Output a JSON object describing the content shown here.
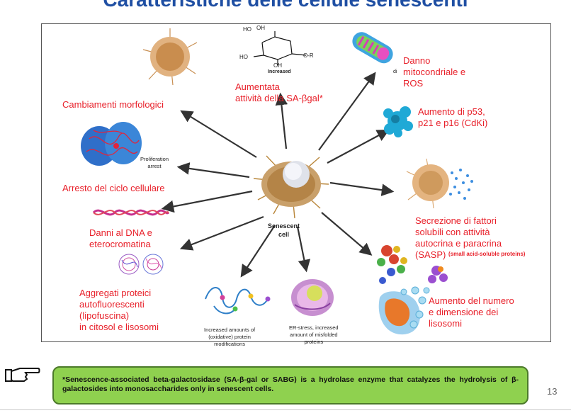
{
  "slide": {
    "title": "Caratteristiche delle cellule senescenti",
    "page_number": "13"
  },
  "diagram": {
    "center": {
      "line1": "Senescent",
      "line2": "cell"
    },
    "sugar": {
      "ho1": "HO",
      "oh1": "OH",
      "ho2": "HO",
      "or": "O-R",
      "oh2": "OH",
      "caption": "Increased"
    },
    "labels": {
      "sa_bgal": [
        "Aumentata",
        "attività della SA-βgal*"
      ],
      "mito": [
        "Danno",
        "mitocondriale e",
        "ROS"
      ],
      "mito_small": "di",
      "p53": [
        "Aumento di p53,",
        "p21 e p16 (CdKi)"
      ],
      "morph": "Cambiamenti morfologici",
      "prolif_caption": [
        "Proliferation",
        "arrest"
      ],
      "cycle": "Arresto del ciclo cellulare",
      "sasp": [
        "Secrezione di fattori",
        "solubili con attività",
        "autocrina e paracrina",
        "(SASP)"
      ],
      "sasp_note": "(small acid-soluble proteins)",
      "dna": [
        "Danni al DNA e",
        "eterocromatina"
      ],
      "aggregates": [
        "Aggregati proteici",
        "autofluorescenti",
        "(lipofuscina)",
        "in citosol e lisosomi"
      ],
      "oxidative_caption": [
        "Increased amounts of",
        "(oxidative) protein",
        "modifications"
      ],
      "er_caption": [
        "ER-stress, increased",
        "amount of misfolded",
        "proteins"
      ],
      "lysosome": [
        "Aumento del numero",
        "e dimensione dei",
        "lisosomi"
      ]
    }
  },
  "footnote": {
    "text": "*Senescence-associated beta-galactosidase (SA-β-gal or SABG) is a hydrolase enzyme that catalyzes the hydrolysis of β-galactosides into monosaccharides only in senescent cells."
  },
  "colors": {
    "title": "#1f4fa3",
    "label": "#e8202a",
    "footnote_bg": "#8fd14f",
    "arrow": "#333333"
  },
  "icons": {
    "pointer": "pointing-hand-icon"
  }
}
